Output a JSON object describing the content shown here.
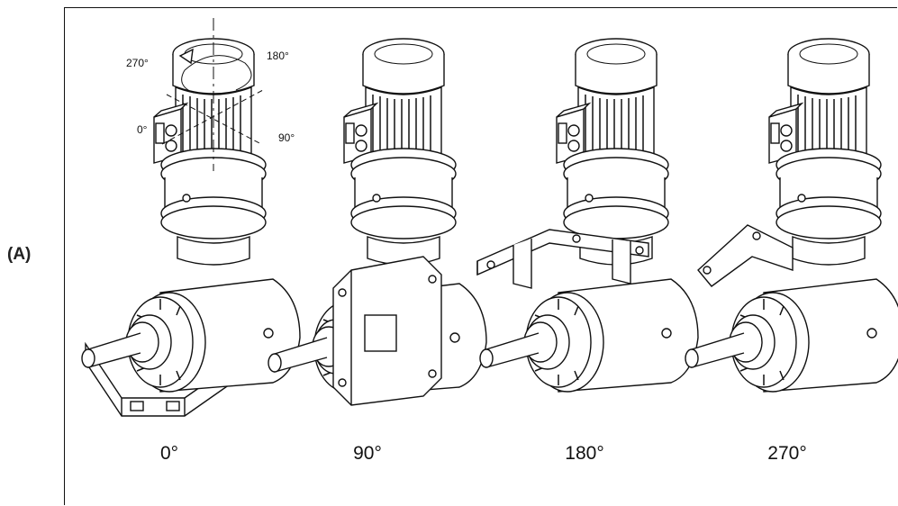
{
  "panel_label": "(A)",
  "rotation_indicator": {
    "labels": [
      "270°",
      "180°",
      "0°",
      "90°"
    ]
  },
  "variants": [
    {
      "caption": "0°"
    },
    {
      "caption": "90°"
    },
    {
      "caption": "180°"
    },
    {
      "caption": "270°"
    }
  ]
}
